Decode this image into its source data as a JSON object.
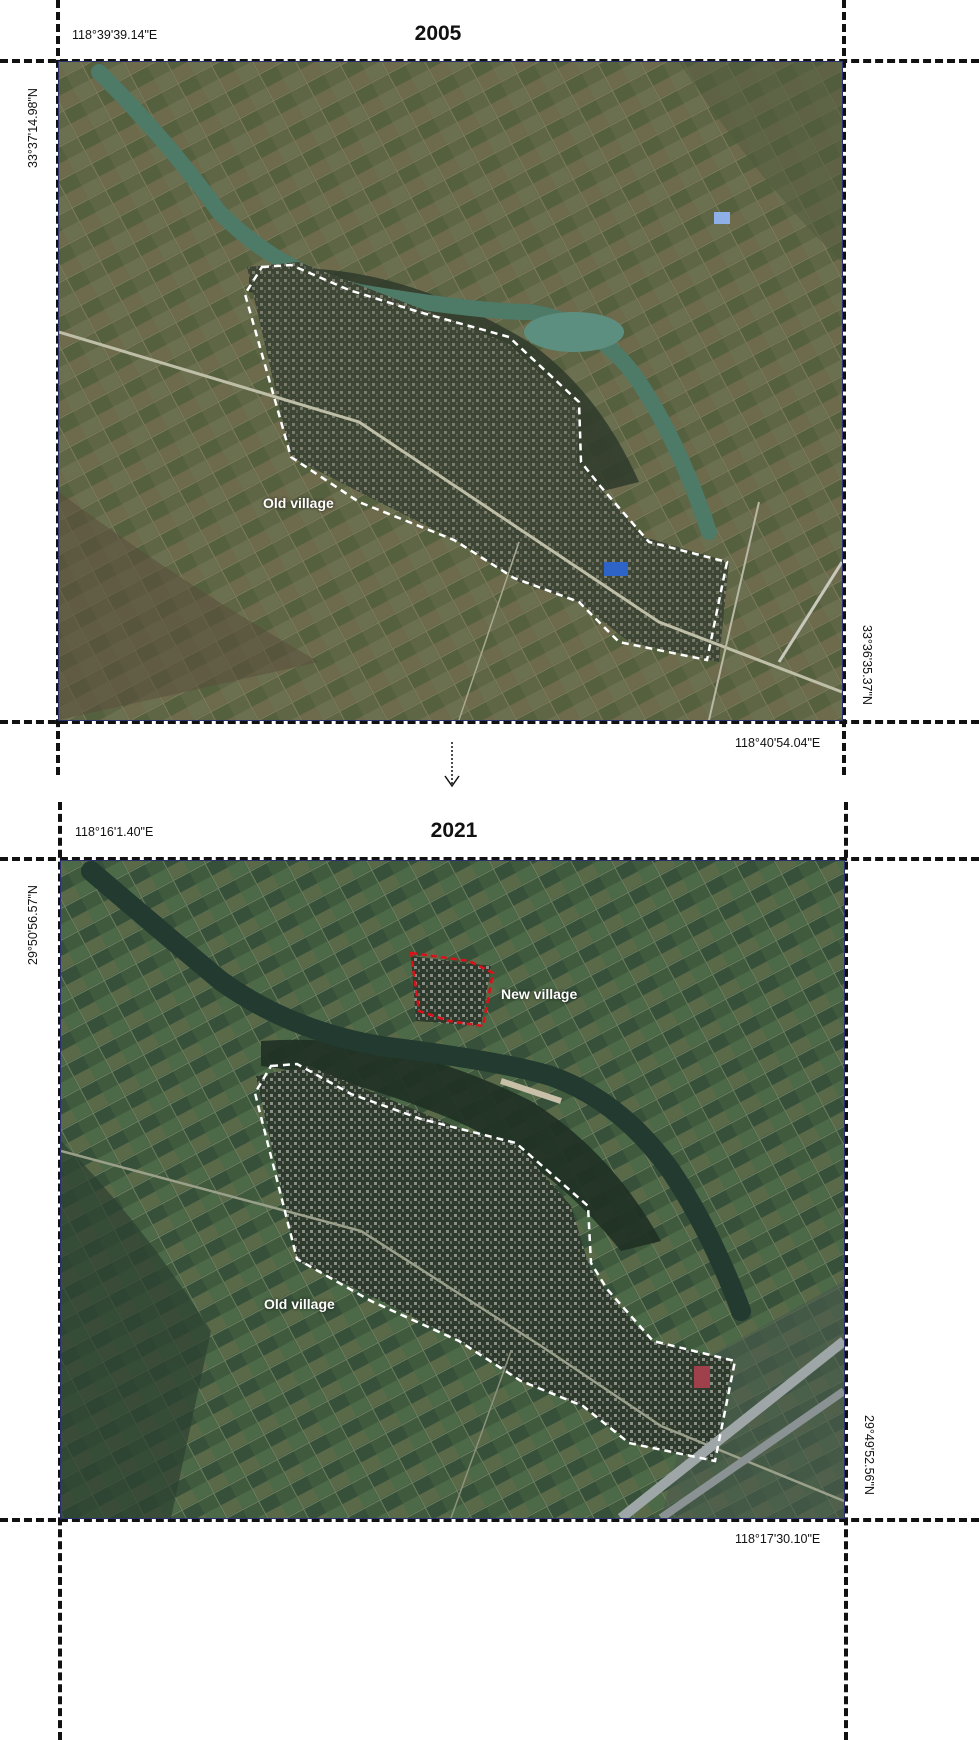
{
  "panels": [
    {
      "year": "2005",
      "top_lon": "118°39'39.14\"E",
      "left_lat": "33°37'14.98\"N",
      "right_lat": "33°36'35.37\"N",
      "bottom_lon": "118°40'54.04\"E",
      "labels": {
        "old": "Old village"
      },
      "colors": {
        "ground": "#5d6444",
        "river": "#4e7a68",
        "boundary_old": "#ffffff"
      }
    },
    {
      "year": "2021",
      "top_lon": "118°16'1.40\"E",
      "left_lat": "29°50'56.57\"N",
      "right_lat": "29°49'52.56\"N",
      "bottom_lon": "118°17'30.10\"E",
      "labels": {
        "old": "Old village",
        "new": "New village"
      },
      "colors": {
        "ground": "#3f5a3c",
        "river": "#233a30",
        "boundary_old": "#ffffff",
        "boundary_new": "#e0101a"
      }
    }
  ],
  "icons": {
    "transition": "dotted-down-arrow-icon"
  }
}
